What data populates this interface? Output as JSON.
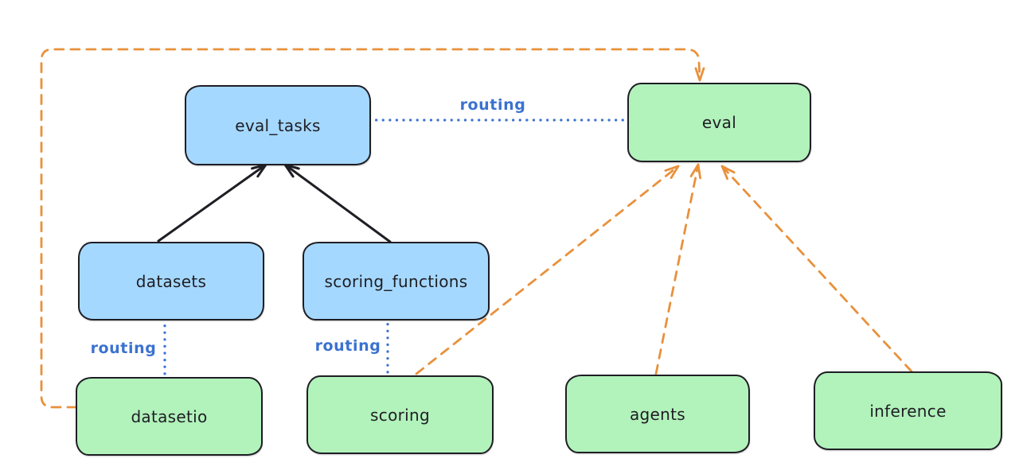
{
  "diagram": {
    "nodes": [
      {
        "id": "eval_tasks",
        "label": "eval_tasks",
        "kind": "api",
        "fill": "#a5d8ff"
      },
      {
        "id": "eval",
        "label": "eval",
        "kind": "provider",
        "fill": "#b2f2bb"
      },
      {
        "id": "datasets",
        "label": "datasets",
        "kind": "api",
        "fill": "#a5d8ff"
      },
      {
        "id": "scoring_functions",
        "label": "scoring_functions",
        "kind": "api",
        "fill": "#a5d8ff"
      },
      {
        "id": "datasetio",
        "label": "datasetio",
        "kind": "provider",
        "fill": "#b2f2bb"
      },
      {
        "id": "scoring",
        "label": "scoring",
        "kind": "provider",
        "fill": "#b2f2bb"
      },
      {
        "id": "agents",
        "label": "agents",
        "kind": "provider",
        "fill": "#b2f2bb"
      },
      {
        "id": "inference",
        "label": "inference",
        "kind": "provider",
        "fill": "#b2f2bb"
      }
    ],
    "edges": [
      {
        "from": "datasets",
        "to": "eval_tasks",
        "style": "solid-arrow",
        "color": "#1e1e24"
      },
      {
        "from": "scoring_functions",
        "to": "eval_tasks",
        "style": "solid-arrow",
        "color": "#1e1e24"
      },
      {
        "from": "eval_tasks",
        "to": "eval",
        "style": "dotted",
        "label": "routing",
        "color": "#3b72cf"
      },
      {
        "from": "datasets",
        "to": "datasetio",
        "style": "dotted",
        "label": "routing",
        "color": "#3b72cf"
      },
      {
        "from": "scoring_functions",
        "to": "scoring",
        "style": "dotted",
        "label": "routing",
        "color": "#3b72cf"
      },
      {
        "from": "datasetio",
        "to": "eval",
        "style": "dashed-arrow",
        "color": "#e8913c"
      },
      {
        "from": "scoring",
        "to": "eval",
        "style": "dashed-arrow",
        "color": "#e8913c"
      },
      {
        "from": "agents",
        "to": "eval",
        "style": "dashed-arrow",
        "color": "#e8913c"
      },
      {
        "from": "inference",
        "to": "eval",
        "style": "dashed-arrow",
        "color": "#e8913c"
      }
    ],
    "colors": {
      "background": "#ffffff",
      "node_border": "#1e1e24",
      "api_fill": "#a5d8ff",
      "provider_fill": "#b2f2bb",
      "routing_line": "#3b72cf",
      "provider_arrow": "#e8913c",
      "dependency_arrow": "#1e1e24"
    }
  }
}
